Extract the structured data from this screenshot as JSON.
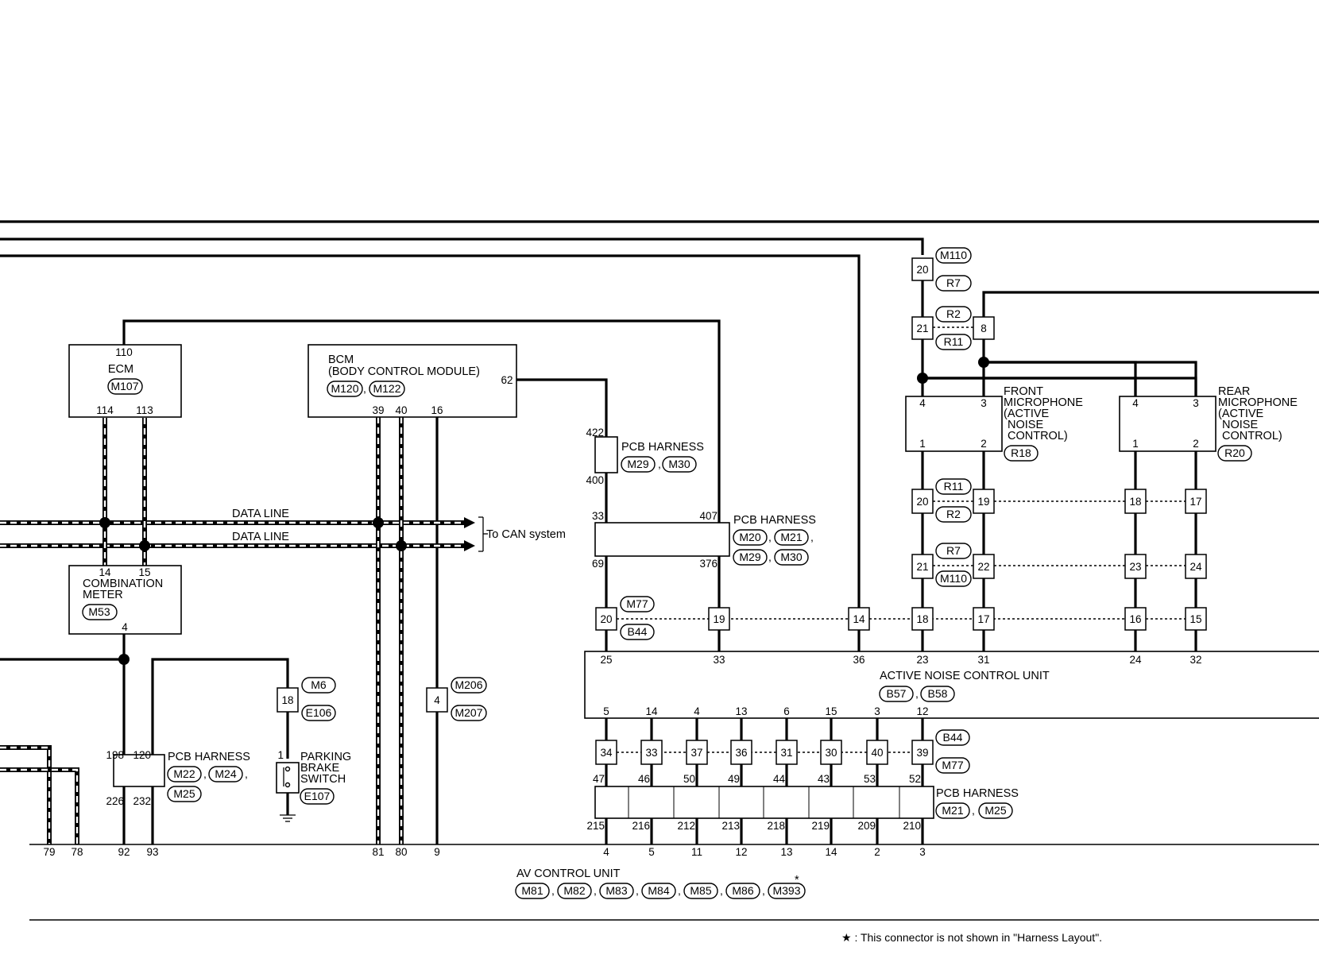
{
  "components": {
    "ecm": {
      "name": "ECM",
      "connector": "M107",
      "pin_top": "110",
      "pins_bottom": [
        "114",
        "113"
      ]
    },
    "bcm": {
      "name": "BCM",
      "subtitle": "(BODY CONTROL MODULE)",
      "connectors": [
        "M120",
        "M122"
      ],
      "pin_side": "62",
      "pins_bottom": [
        "39",
        "40",
        "16"
      ]
    },
    "combination_meter": {
      "name_line1": "COMBINATION",
      "name_line2": "METER",
      "connector": "M53",
      "pins_top": [
        "14",
        "15"
      ],
      "pin_bottom": "4"
    },
    "front_microphone": {
      "line1": "FRONT",
      "line2": "MICROPHONE",
      "line3": "(ACTIVE",
      "line4": "NOISE",
      "line5": "CONTROL)",
      "connector": "R18",
      "pins_top": [
        "4",
        "3"
      ],
      "pins_bottom": [
        "1",
        "2"
      ]
    },
    "rear_microphone": {
      "line1": "REAR",
      "line2": "MICROPHONE",
      "line3": "(ACTIVE",
      "line4": "NOISE",
      "line5": "CONTROL)",
      "connector": "R20",
      "pins_top": [
        "4",
        "3"
      ],
      "pins_bottom": [
        "1",
        "2"
      ]
    },
    "active_noise_control_unit": {
      "name": "ACTIVE NOISE CONTROL UNIT",
      "connectors": [
        "B57",
        "B58"
      ],
      "pins_top": [
        "25",
        "33",
        "36",
        "23",
        "31",
        "24",
        "32"
      ],
      "pins_bottom": [
        "5",
        "14",
        "4",
        "13",
        "6",
        "15",
        "3",
        "12"
      ]
    },
    "av_control_unit": {
      "name": "AV CONTROL UNIT",
      "connectors": [
        "M81",
        "M82",
        "M83",
        "M84",
        "M85",
        "M86",
        "M393"
      ],
      "asterisk": "*",
      "pins": [
        "79",
        "78",
        "92",
        "93",
        "81",
        "80",
        "9",
        "4",
        "5",
        "11",
        "12",
        "13",
        "14",
        "2",
        "3"
      ]
    },
    "parking_brake_switch": {
      "line1": "PARKING",
      "line2": "BRAKE",
      "line3": "SWITCH",
      "connector": "E107",
      "pin": "1"
    }
  },
  "data_lines": {
    "label1": "DATA LINE",
    "label2": "DATA LINE",
    "destination": "To CAN system"
  },
  "harnesses": {
    "pcb1": {
      "label": "PCB HARNESS",
      "connectors": [
        "M29",
        "M30"
      ],
      "pins": [
        "422",
        "400"
      ]
    },
    "pcb2": {
      "label": "PCB HARNESS",
      "connectors": [
        "M20",
        "M21",
        "M29",
        "M30"
      ],
      "pins": [
        "33",
        "407",
        "69",
        "376"
      ]
    },
    "pcb3": {
      "label": "PCB HARNESS",
      "connectors": [
        "M22",
        "M24",
        "M25"
      ],
      "pins": [
        "198",
        "120",
        "226",
        "232"
      ]
    },
    "pcb4": {
      "label": "PCB HARNESS",
      "connectors": [
        "M21",
        "M25"
      ],
      "pins_top": [
        "47",
        "46",
        "50",
        "49",
        "44",
        "43",
        "53",
        "52"
      ],
      "pins_bottom": [
        "215",
        "216",
        "212",
        "213",
        "218",
        "219",
        "209",
        "210"
      ]
    }
  },
  "joint_connectors": {
    "m6_e106": {
      "pin": "18",
      "connectors": [
        "M6",
        "E106"
      ]
    },
    "m206_m207": {
      "pin": "4",
      "connectors": [
        "M206",
        "M207"
      ]
    },
    "m110_r7_top": {
      "pin": "20",
      "connectors": [
        "M110",
        "R7"
      ]
    },
    "r2_r11_top": {
      "pins": [
        "21",
        "8"
      ],
      "connectors": [
        "R2",
        "R11"
      ]
    },
    "r11_r2_mid": {
      "pins": [
        "20",
        "19",
        "18",
        "17"
      ],
      "connectors": [
        "R11",
        "R2"
      ]
    },
    "r7_m110_mid": {
      "pins": [
        "21",
        "22",
        "23",
        "24"
      ],
      "connectors": [
        "R7",
        "M110"
      ]
    },
    "m77_b44_row": {
      "pins": [
        "20",
        "19",
        "14",
        "18",
        "17",
        "16",
        "15"
      ],
      "connectors": [
        "M77",
        "B44"
      ]
    },
    "b44_m77_row": {
      "pins": [
        "34",
        "33",
        "37",
        "36",
        "31",
        "30",
        "40",
        "39"
      ],
      "connectors": [
        "B44",
        "M77"
      ]
    }
  },
  "footnote": "★ : This connector is not shown in \"Harness Layout\"."
}
